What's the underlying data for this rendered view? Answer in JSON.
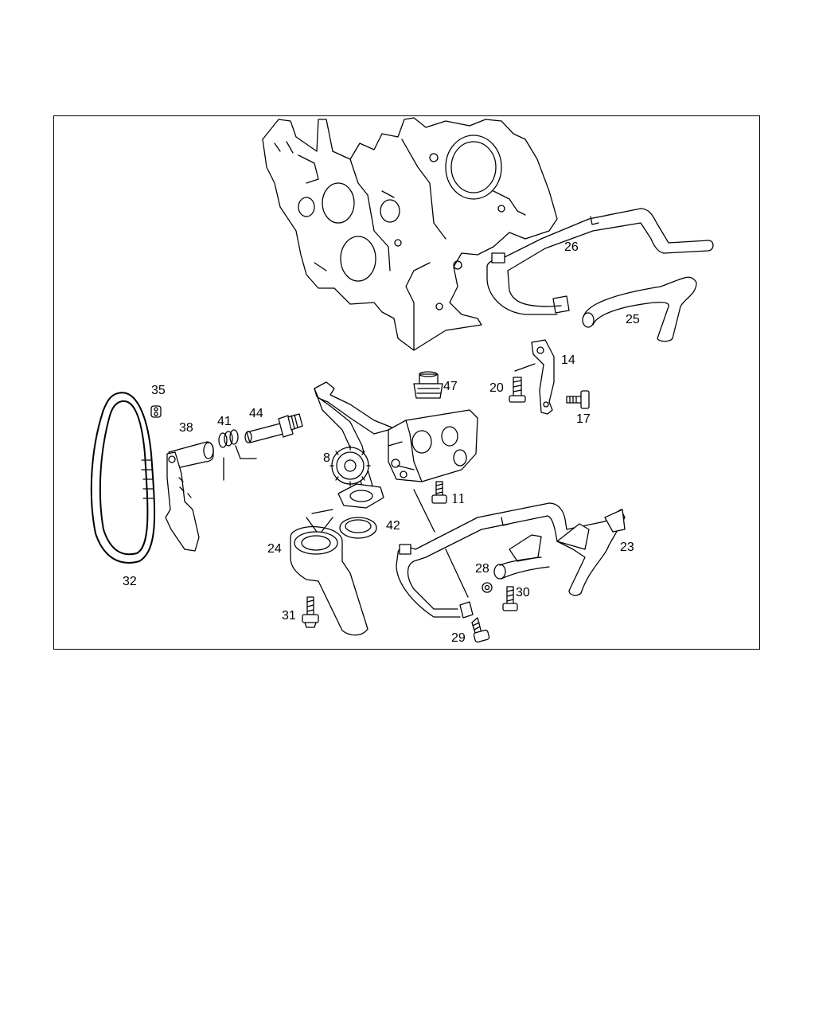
{
  "diagram": {
    "callouts": [
      {
        "id": "26",
        "text": "26"
      },
      {
        "id": "25",
        "text": "25"
      },
      {
        "id": "14",
        "text": "14"
      },
      {
        "id": "47",
        "text": "47"
      },
      {
        "id": "20",
        "text": "20"
      },
      {
        "id": "17",
        "text": "17"
      },
      {
        "id": "35",
        "text": "35"
      },
      {
        "id": "38",
        "text": "38"
      },
      {
        "id": "41",
        "text": "41"
      },
      {
        "id": "44",
        "text": "44"
      },
      {
        "id": "8",
        "text": "8"
      },
      {
        "id": "11",
        "text": "11"
      },
      {
        "id": "42",
        "text": "42"
      },
      {
        "id": "24",
        "text": "24"
      },
      {
        "id": "23",
        "text": "23"
      },
      {
        "id": "28",
        "text": "28"
      },
      {
        "id": "30",
        "text": "30"
      },
      {
        "id": "32",
        "text": "32"
      },
      {
        "id": "31",
        "text": "31"
      },
      {
        "id": "29",
        "text": "29"
      }
    ]
  }
}
